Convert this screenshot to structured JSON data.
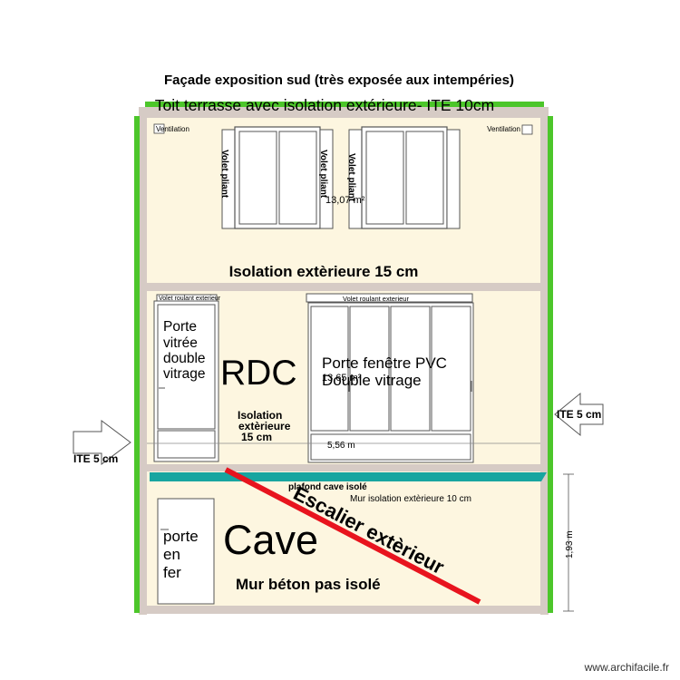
{
  "titles": {
    "facade": "Façade exposition sud (très exposée aux intempéries)",
    "roof": "Toit terrasse avec isolation extérieure- ITE 10cm"
  },
  "upper": {
    "vent_left": "Ventilation",
    "vent_right": "Ventilation",
    "shutter_a": "Volet pliant",
    "shutter_b": "Volet pliant",
    "shutter_c": "Volet pliant",
    "area": "13,07 m²",
    "insulation": "Isolation extèrieure 15 cm"
  },
  "rdc": {
    "label": "RDC",
    "blind_left": "Volet roulant exterieur",
    "blind_right": "Volet roulant exterieur",
    "door_lines": [
      "Porte",
      "vitrée",
      "double",
      "vitrage"
    ],
    "window_lines": [
      "Porte fenêtre PVC",
      "Double vitrage"
    ],
    "area": "13,65 m²",
    "insulation_lines": [
      "Isolation",
      "extèrieure",
      "15 cm"
    ],
    "width_dim": "5,56 m",
    "ite_right": "ITE 5 cm",
    "ite_left": "ITE 5 cm"
  },
  "cave": {
    "ceiling": "plafond cave isolé",
    "wall_insulation": "Mur isolation extèrieure 10 cm",
    "label": "Cave",
    "door_lines": [
      "porte",
      "en",
      "fer"
    ],
    "wall": "Mur béton pas isolé",
    "stairs": "Escalier extèrieur",
    "height_dim": "1,93 m"
  },
  "watermark": "www.archifacile.fr",
  "colors": {
    "green": "#4cc62a",
    "wall": "#d6cbc5",
    "beige": "#fdf6e0",
    "teal": "#18a5a0",
    "red": "#e8141e",
    "frame": "#555555"
  }
}
